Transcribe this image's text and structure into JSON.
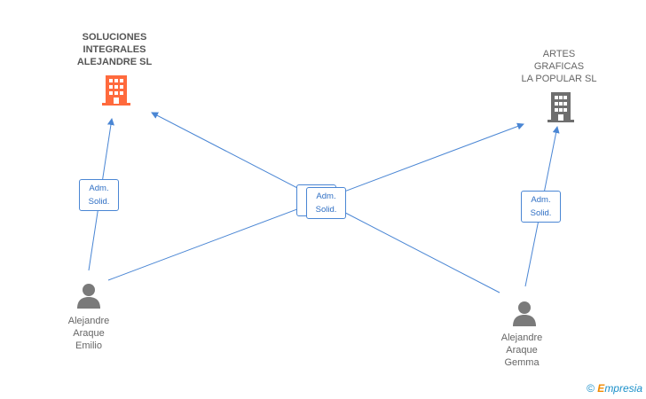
{
  "companies": [
    {
      "id": "soluciones",
      "name": "SOLUCIONES\nINTEGRALES\nALEJANDRE SL",
      "color": "#ff6a3d",
      "icon": "building-icon"
    },
    {
      "id": "artes",
      "name": "ARTES\nGRAFICAS\nLA POPULAR SL",
      "color": "#6e6e6e",
      "icon": "building-icon"
    }
  ],
  "persons": [
    {
      "id": "emilio",
      "name": "Alejandre\nAraque\nEmilio",
      "icon": "person-icon"
    },
    {
      "id": "gemma",
      "name": "Alejandre\nAraque\nGemma",
      "icon": "person-icon"
    }
  ],
  "relations": [
    {
      "from": "Alejandre Araque Emilio",
      "to": "SOLUCIONES INTEGRALES ALEJANDRE SL",
      "role_line1": "Adm.",
      "role_line2": "Solid."
    },
    {
      "from": "Alejandre Araque Emilio",
      "to": "ARTES GRAFICAS LA POPULAR SL",
      "role_line1": "Adm.",
      "role_line2": "Solid."
    },
    {
      "from": "Alejandre Araque Gemma",
      "to": "SOLUCIONES INTEGRALES ALEJANDRE SL",
      "role_line1": "Adm.",
      "role_line2": "Solid."
    },
    {
      "from": "Alejandre Araque Gemma",
      "to": "ARTES GRAFICAS LA POPULAR SL",
      "role_line1": "Adm.",
      "role_line2": "Solid."
    }
  ],
  "edge_color": "#4a86d4",
  "watermark": {
    "symbol": "©",
    "brand_initial": "E",
    "brand_rest": "mpresia"
  }
}
